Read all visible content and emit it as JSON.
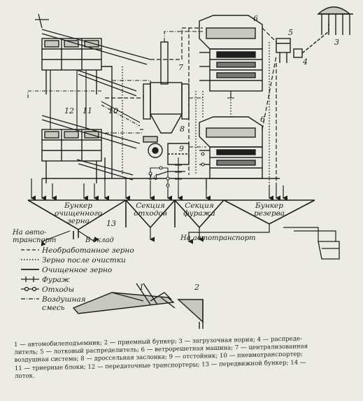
{
  "numbers": {
    "n1": "1",
    "n2": "2",
    "n3": "3",
    "n4": "4",
    "n5": "5",
    "n6a": "6",
    "n6b": "6",
    "n7": "7",
    "n8": "8",
    "n9": "9",
    "n10": "10",
    "n11": "11",
    "n12": "12",
    "n13": "13",
    "n14": "14"
  },
  "bins": {
    "cleaned": [
      "Бункер",
      "очищенного",
      "зерна"
    ],
    "waste": [
      "Секция",
      "отходов"
    ],
    "fodder": [
      "Секция",
      "фуража"
    ],
    "reserve": [
      "Бункер",
      "резерва"
    ]
  },
  "destinations": {
    "truck_left": [
      "На авто-",
      "транспорт"
    ],
    "warehouse": "В склад",
    "truck_mid": "На автотранспорт"
  },
  "legend": [
    {
      "style": "dash",
      "label": "Необработанное зерно"
    },
    {
      "style": "dot",
      "label": "Зерно после очистки"
    },
    {
      "style": "solid",
      "label": "Очищенное зерно"
    },
    {
      "style": "cross",
      "label": "Фураж"
    },
    {
      "style": "circle",
      "label": "Отходы"
    },
    {
      "style": "dashdot",
      "label": "Воздушная"
    }
  ],
  "legend_extra": "смесь",
  "caption": [
    "1 — автомобилеподъемник; 2 — приемный бункер; 3 — загрузочная нория; 4 — распреде-",
    "литель; 5 — лотковый распределитель; 6 — ветрорешетная машина; 7 — централизованная",
    "воздушная система; 8 — дроссельная заслонка; 9 — отстойник; 10 — пневмотранспортер;",
    "11 — триерные блоки; 12 — передаточные транспортеры; 13 — передвижной бункер; 14 —",
    "лоток."
  ],
  "colors": {
    "paper": "#ecece4",
    "ink": "#1e1e1e"
  }
}
